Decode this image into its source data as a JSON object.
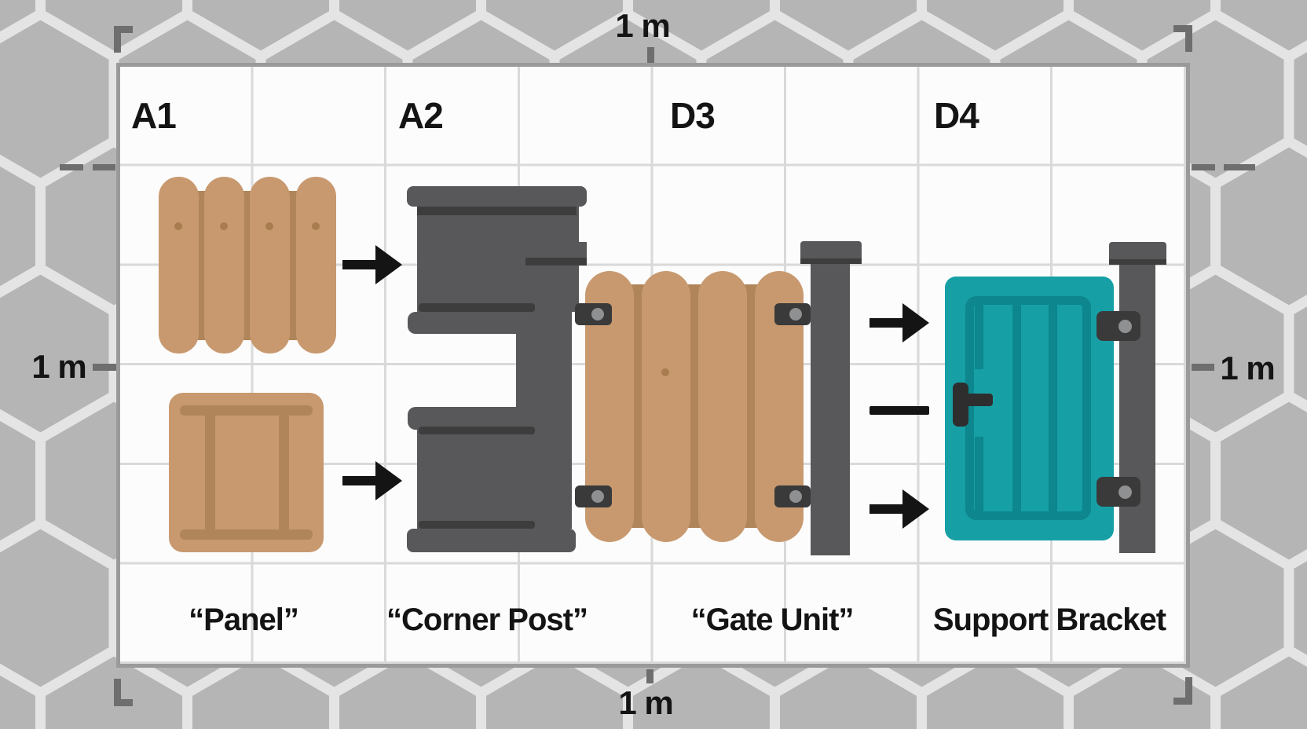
{
  "diagram": {
    "dimensions": {
      "top": "1 m",
      "bottom": "1 m",
      "left": "1 m",
      "right": "1 m"
    },
    "grid": {
      "rows": 6,
      "cols": 8
    },
    "cells": [
      {
        "id": "A1",
        "caption": "“Panel”"
      },
      {
        "id": "A2",
        "caption": "“Corner Post”"
      },
      {
        "id": "D3",
        "caption": "“Gate Unit”"
      },
      {
        "id": "D4",
        "caption": "Support Bracket"
      }
    ],
    "icons": [
      "wood-plank-panel-icon",
      "wood-frame-panel-icon",
      "corner-post-icon",
      "gate-plank-assembly-icon",
      "fence-post-icon",
      "teal-gate-door-icon",
      "hinge-bracket-icon",
      "right-arrow-icon",
      "connector-line-icon"
    ],
    "colors": {
      "bg": "#b5b5b5",
      "hex": "#e4e4e4",
      "board": "#fcfcfc",
      "grid": "#d9d9d9",
      "border": "#9a9a9a",
      "mark": "#6e6e6e",
      "ink": "#141414",
      "wood": "#c8996f",
      "wood_dark": "#b1855a",
      "wood_dot": "#a87c4f",
      "post": "#58585a",
      "post_dark": "#3d3d3e",
      "hinge": "#3a3a3a",
      "bolt": "#8f9092",
      "teal": "#16a0a6",
      "teal_dark": "#0d868d",
      "handle": "#2e2e2e"
    }
  }
}
